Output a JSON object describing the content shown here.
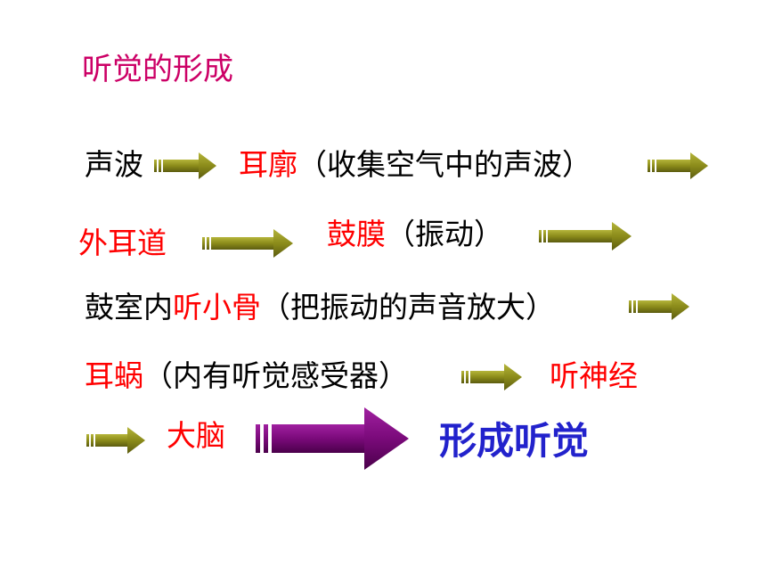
{
  "title": "听觉的形成",
  "steps": {
    "sound_wave": "声波",
    "auricle": "耳廓",
    "auricle_note": "（收集空气中的声波）",
    "ear_canal": "外耳道",
    "eardrum": "鼓膜",
    "eardrum_note": "（振动）",
    "tympanic_prefix": "鼓室内",
    "ossicles": "听小骨",
    "ossicles_note": "（把振动的声音放大）",
    "cochlea": "耳蜗",
    "cochlea_note": "（内有听觉感受器）",
    "auditory_nerve": "听神经",
    "brain": "大脑",
    "result": "形成听觉"
  },
  "colors": {
    "title": "#cc0066",
    "highlight": "#ff0000",
    "result": "#2222cc",
    "small_arrow": "#8b8b1a",
    "big_arrow": "#7a0a7a"
  }
}
